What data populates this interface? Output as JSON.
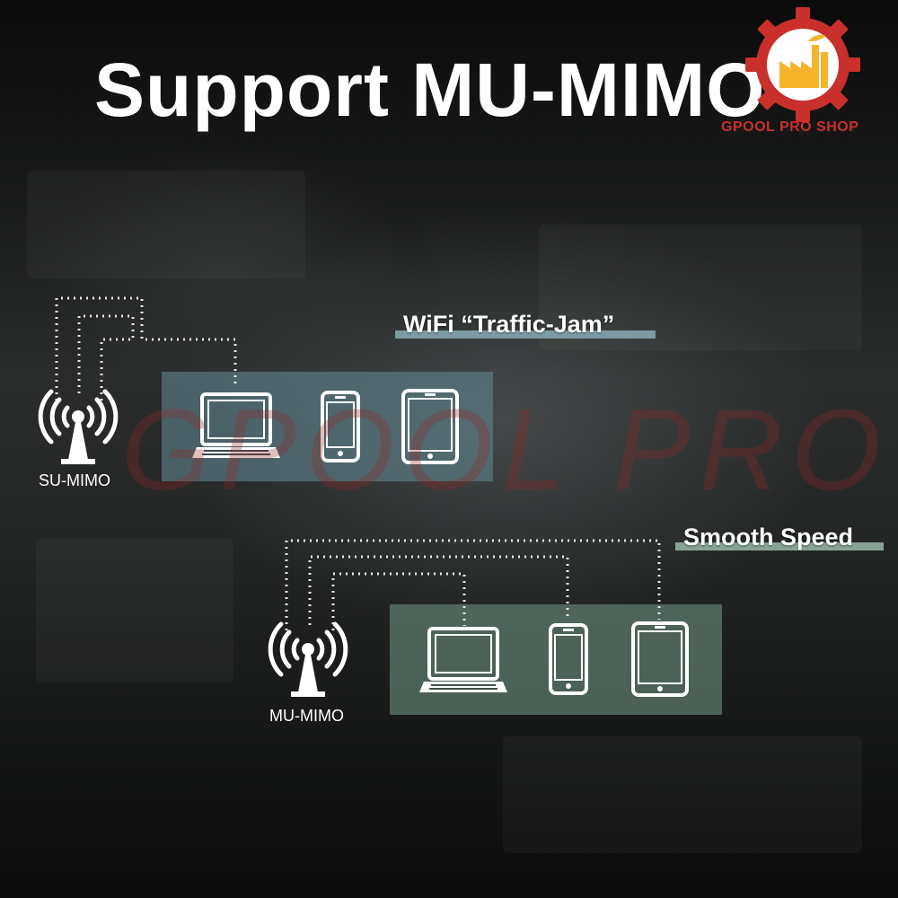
{
  "title": "Support MU-MIMO",
  "logo": {
    "text": "GPOOL PRO SHOP",
    "icon": "factory-gear-logo",
    "gear_color": "#c9302c",
    "factory_color": "#f4b52c"
  },
  "watermark": {
    "text": "GPOOL PRO"
  },
  "su_mimo": {
    "label": "SU-MIMO",
    "caption": "WiFi “Traffic-Jam”",
    "panel_color": "#60828c",
    "devices": [
      {
        "icon": "laptop-icon"
      },
      {
        "icon": "phone-icon"
      },
      {
        "icon": "tablet-icon"
      }
    ]
  },
  "mu_mimo": {
    "label": "MU-MIMO",
    "caption": "Smooth Speed",
    "panel_color": "#6c8c7c",
    "devices": [
      {
        "icon": "laptop-icon"
      },
      {
        "icon": "phone-icon"
      },
      {
        "icon": "tablet-icon"
      }
    ]
  }
}
